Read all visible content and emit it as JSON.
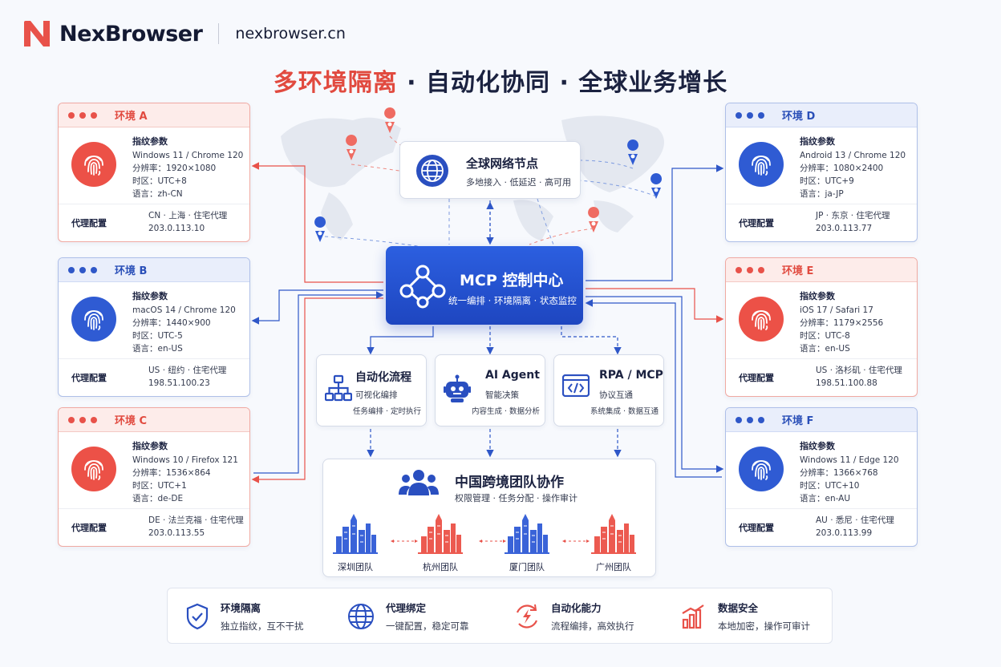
{
  "brand": {
    "name": "NexBrowser",
    "domain": "nexbrowser.cn"
  },
  "headline": {
    "part1": "多环境隔离",
    "sep1": " · ",
    "part2": "自动化协同",
    "sep2": " · ",
    "part3": "全球业务增长"
  },
  "labels": {
    "params_heading": "指纹参数",
    "proxy_heading": "代理配置"
  },
  "colors": {
    "accent_red": "#e14a3f",
    "accent_blue": "#2a4fb8",
    "core_blue": "#1e46c0"
  },
  "environments": [
    {
      "title": "环境 A",
      "theme": "red",
      "os_browser": "Windows 11 / Chrome 120",
      "resolution": "分辨率：1920×1080",
      "timezone": "时区：UTC+8",
      "language": "语言：zh-CN",
      "proxy_location": "CN · 上海 · 住宅代理",
      "proxy_ip": "203.0.113.10"
    },
    {
      "title": "环境 B",
      "theme": "blue",
      "os_browser": "macOS 14 / Chrome 120",
      "resolution": "分辨率：1440×900",
      "timezone": "时区：UTC-5",
      "language": "语言：en-US",
      "proxy_location": "US · 纽约 · 住宅代理",
      "proxy_ip": "198.51.100.23"
    },
    {
      "title": "环境 C",
      "theme": "red",
      "os_browser": "Windows 10 / Firefox 121",
      "resolution": "分辨率：1536×864",
      "timezone": "时区：UTC+1",
      "language": "语言：de-DE",
      "proxy_location": "DE · 法兰克福 · 住宅代理",
      "proxy_ip": "203.0.113.55"
    },
    {
      "title": "环境 D",
      "theme": "blue",
      "os_browser": "Android 13 / Chrome 120",
      "resolution": "分辨率：1080×2400",
      "timezone": "时区：UTC+9",
      "language": "语言：ja-JP",
      "proxy_location": "JP · 东京 · 住宅代理",
      "proxy_ip": "203.0.113.77"
    },
    {
      "title": "环境 E",
      "theme": "red",
      "os_browser": "iOS 17 / Safari 17",
      "resolution": "分辨率：1179×2556",
      "timezone": "时区：UTC-8",
      "language": "语言：en-US",
      "proxy_location": "US · 洛杉矶 · 住宅代理",
      "proxy_ip": "198.51.100.88"
    },
    {
      "title": "环境 F",
      "theme": "blue",
      "os_browser": "Windows 11 / Edge 120",
      "resolution": "分辨率：1366×768",
      "timezone": "时区：UTC+10",
      "language": "语言：en-AU",
      "proxy_location": "AU · 悉尼 · 住宅代理",
      "proxy_ip": "203.0.113.99"
    }
  ],
  "global_node": {
    "title": "全球网络节点",
    "subtitle": "多地接入 · 低延迟 · 高可用",
    "icon": "globe-icon"
  },
  "mcp": {
    "title": "MCP 控制中心",
    "subtitle": "统一编排 · 环境隔离 · 状态监控",
    "icon": "network-nodes-icon"
  },
  "modules": [
    {
      "title": "自动化流程",
      "subtitle": "可视化编排",
      "detail": "任务编排 · 定时执行",
      "icon": "flowchart-icon"
    },
    {
      "title": "AI Agent",
      "subtitle": "智能决策",
      "detail": "内容生成 · 数据分析",
      "icon": "robot-icon"
    },
    {
      "title": "RPA / MCP",
      "subtitle": "协议互通",
      "detail": "系统集成 · 数据互通",
      "icon": "code-window-icon"
    }
  ],
  "team": {
    "title": "中国跨境团队协作",
    "subtitle": "权限管理 · 任务分配 · 操作审计",
    "icon": "team-icon",
    "cities": [
      {
        "label": "深圳团队",
        "theme": "blue"
      },
      {
        "label": "杭州团队",
        "theme": "red"
      },
      {
        "label": "厦门团队",
        "theme": "blue"
      },
      {
        "label": "广州团队",
        "theme": "red"
      }
    ]
  },
  "features": [
    {
      "title": "环境隔离",
      "subtitle": "独立指纹，互不干扰",
      "icon": "shield-check-icon"
    },
    {
      "title": "代理绑定",
      "subtitle": "一键配置，稳定可靠",
      "icon": "globe-icon"
    },
    {
      "title": "自动化能力",
      "subtitle": "流程编排，高效执行",
      "icon": "lightning-cycle-icon"
    },
    {
      "title": "数据安全",
      "subtitle": "本地加密，操作可审计",
      "icon": "bar-chart-icon"
    }
  ]
}
